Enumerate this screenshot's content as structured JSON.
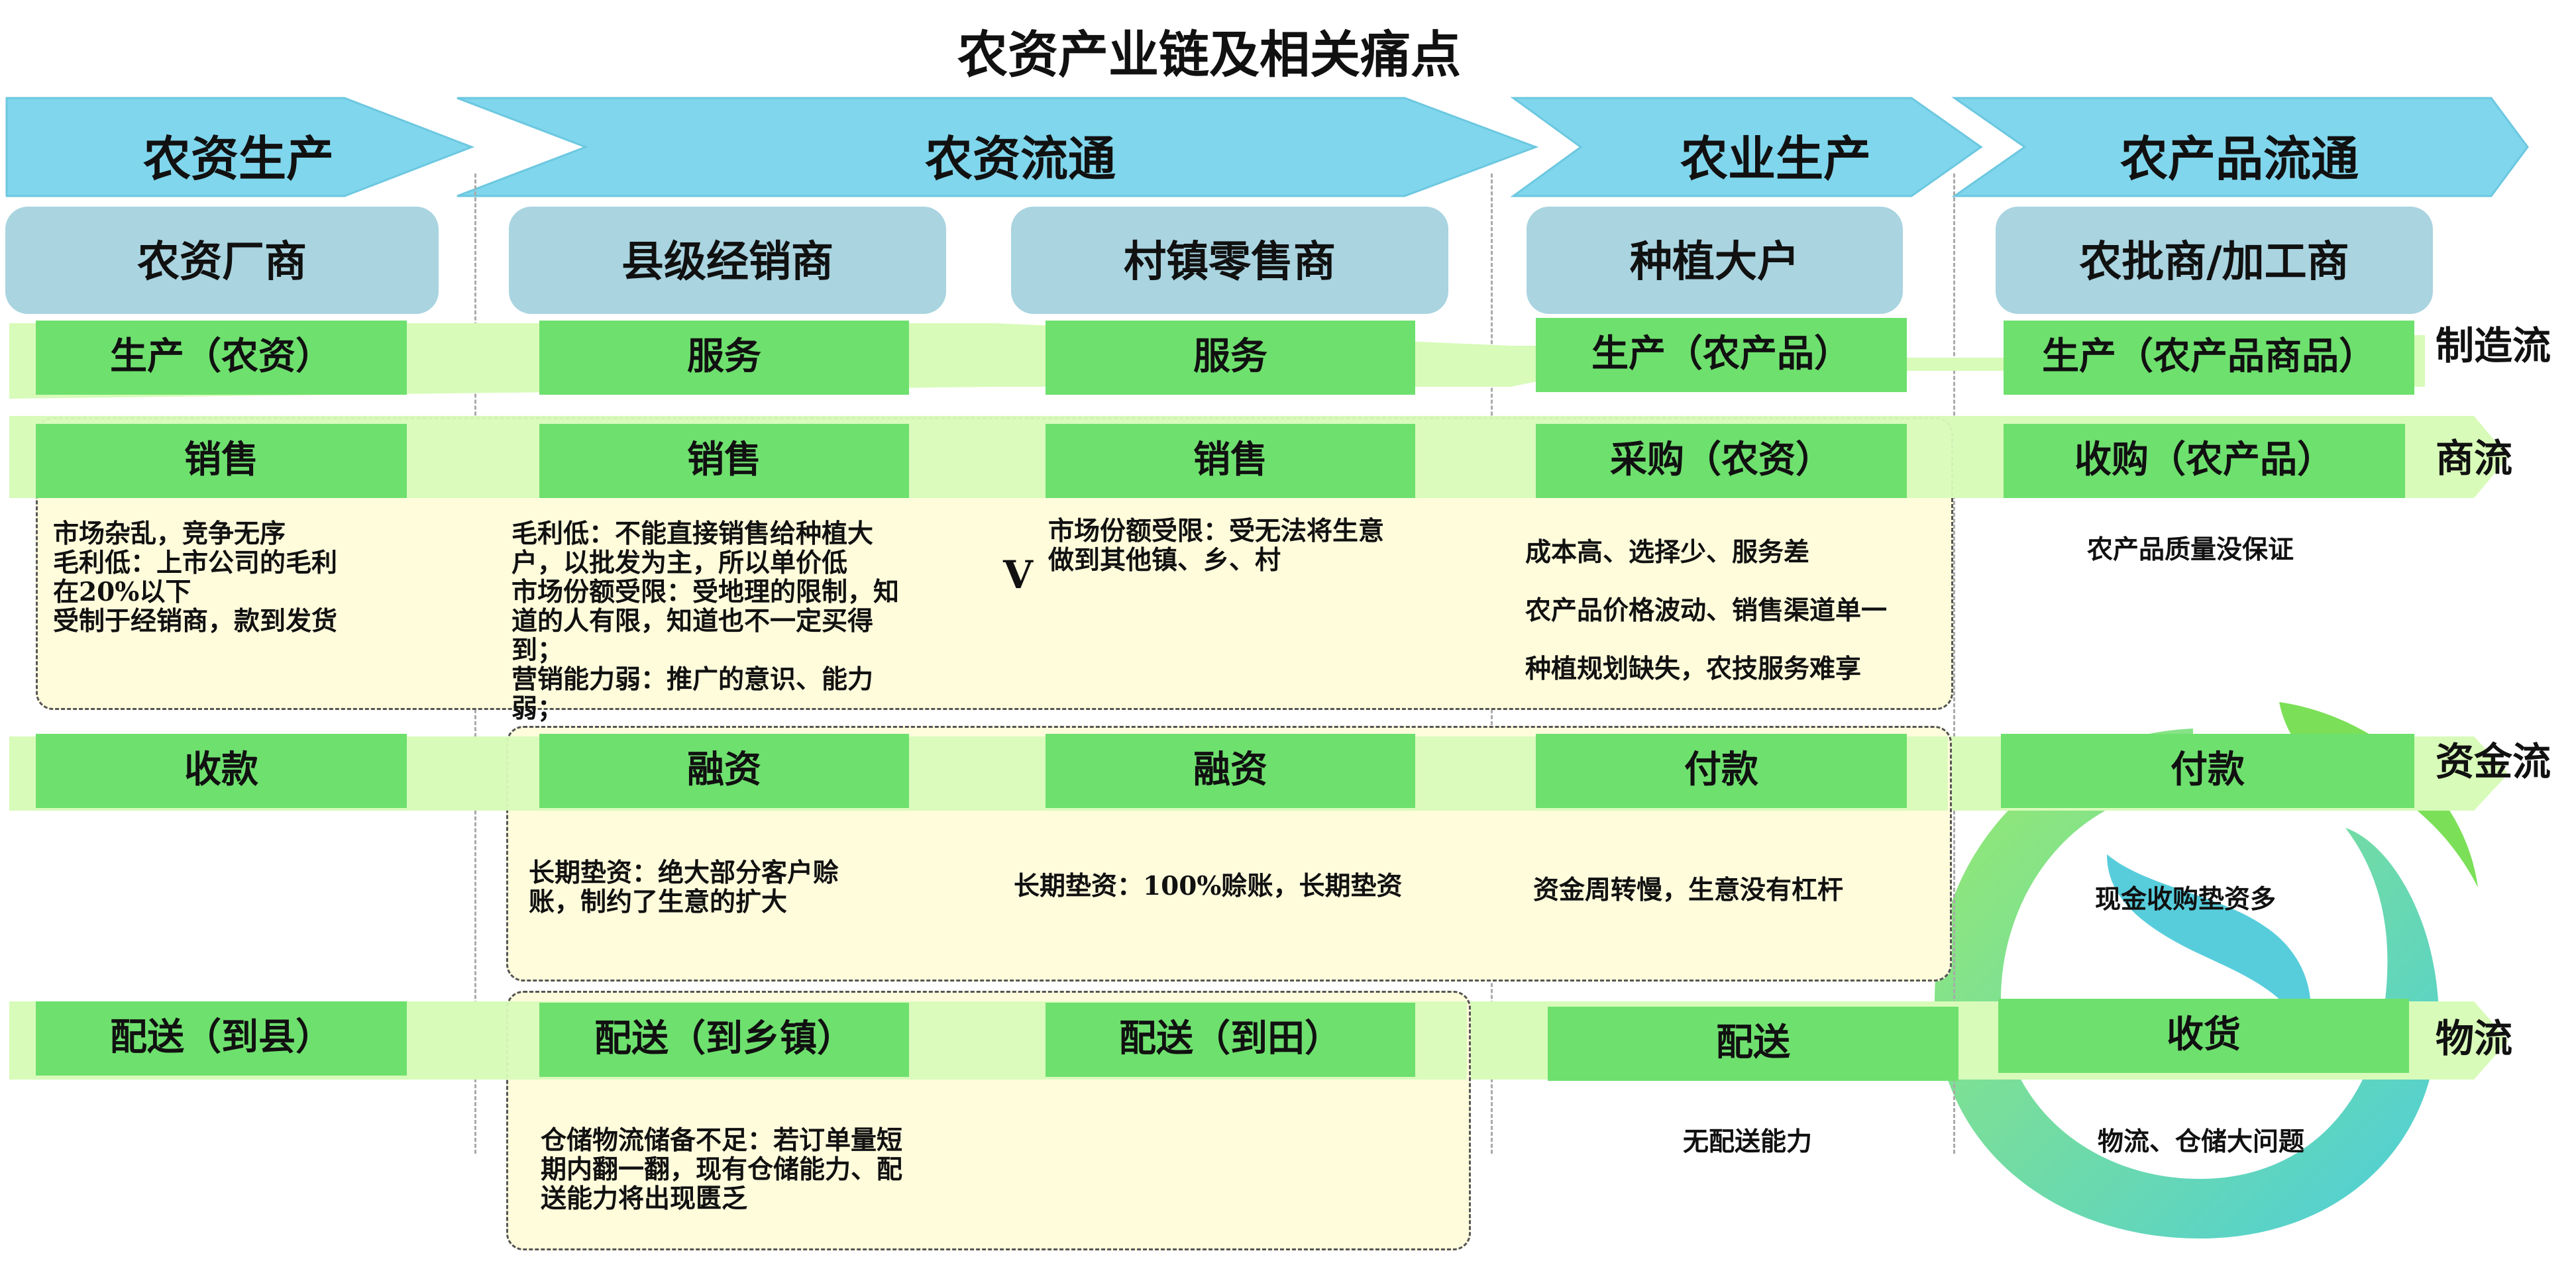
{
  "title": "农资产业链及相关痛点",
  "phases": [
    "农资生产",
    "农资流通",
    "农业生产",
    "农产品流通"
  ],
  "actors": [
    "农资厂商",
    "县级经销商",
    "村镇零售商",
    "种植大户",
    "农批商/加工商"
  ],
  "flows": [
    "制造流",
    "商流",
    "资金流",
    "物流"
  ],
  "rows": {
    "manufacturing": [
      "生产（农资）",
      "服务",
      "服务",
      "生产（农产品）",
      "生产（农产品商品）"
    ],
    "commerce": [
      "销售",
      "销售",
      "销售",
      "采购（农资）",
      "收购（农产品）"
    ],
    "funds": [
      "收款",
      "融资",
      "融资",
      "付款",
      "付款"
    ],
    "logistics": [
      "配送（到县）",
      "配送（到乡镇）",
      "配送（到田）",
      "配送",
      "收货"
    ]
  },
  "notes": {
    "commerce_manufacturer": [
      "市场杂乱，竞争无序",
      "毛利低：上市公司的毛利",
      "在20%以下",
      "受制于经销商，款到发货"
    ],
    "commerce_county": [
      "毛利低：不能直接销售给种植大",
      "户，以批发为主，所以单价低",
      "市场份额受限：受地理的限制，知",
      "道的人有限，知道也不一定买得",
      "到；",
      "营销能力弱：推广的意识、能力",
      "弱；"
    ],
    "commerce_village": [
      "市场份额受限：受无法将生意",
      "做到其他镇、乡、村"
    ],
    "commerce_village_mark": "V",
    "commerce_grower": [
      "成本高、选择少、服务差",
      "农产品价格波动、销售渠道单一",
      "种植规划缺失，农技服务难享"
    ],
    "commerce_wholesaler": [
      "农产品质量没保证"
    ],
    "funds_county": [
      "长期垫资：绝大部分客户赊",
      "账，制约了生意的扩大"
    ],
    "funds_village": [
      "长期垫资：100%赊账，长期垫资"
    ],
    "funds_grower": [
      "资金周转慢，生意没有杠杆"
    ],
    "funds_wholesaler": [
      "现金收购垫资多"
    ],
    "logistics_county": [
      "仓储物流储备不足：若订单量短",
      "期内翻一翻，现有仓储能力、配",
      "送能力将出现匮乏"
    ],
    "logistics_grower": [
      "无配送能力"
    ],
    "logistics_wholesaler": [
      "物流、仓储大问题"
    ]
  },
  "colors": {
    "phase_arrow": "#80d6ec",
    "actor_box": "#a9d4e0",
    "band": "#d8fbb9",
    "cell": "#6ee06e",
    "note_area": "#fffcdc"
  }
}
